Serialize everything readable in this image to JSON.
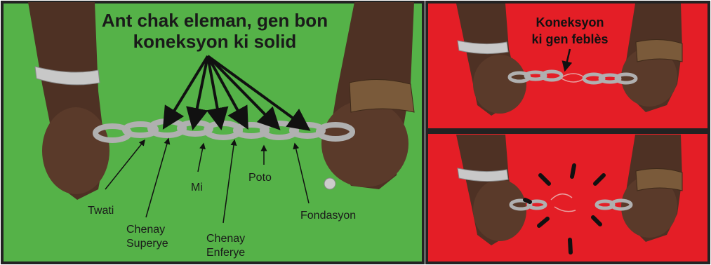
{
  "colors": {
    "safe_background": "#55b248",
    "danger_background": "#e41e26",
    "border": "#222222",
    "skin": "#5a3a2a",
    "chain": "#b8b8b8"
  },
  "icons": [
    "hand-icon",
    "chain-icon",
    "broken-chain-icon",
    "burst-icon",
    "watch-icon",
    "bracelet-icon"
  ],
  "main_panel": {
    "title_line1": "Ant chak eleman, gen bon",
    "title_line2": "koneksyon ki solid",
    "labels": {
      "twati": "Twati",
      "chenay_superye_1": "Chenay",
      "chenay_superye_2": "Superye",
      "mi": "Mi",
      "chenay_enferye_1": "Chenay",
      "chenay_enferye_2": "Enferye",
      "poto": "Poto",
      "fondasyon": "Fondasyon"
    }
  },
  "weak_panel": {
    "label_line1": "Koneksyon",
    "label_line2": "ki gen feblès"
  }
}
